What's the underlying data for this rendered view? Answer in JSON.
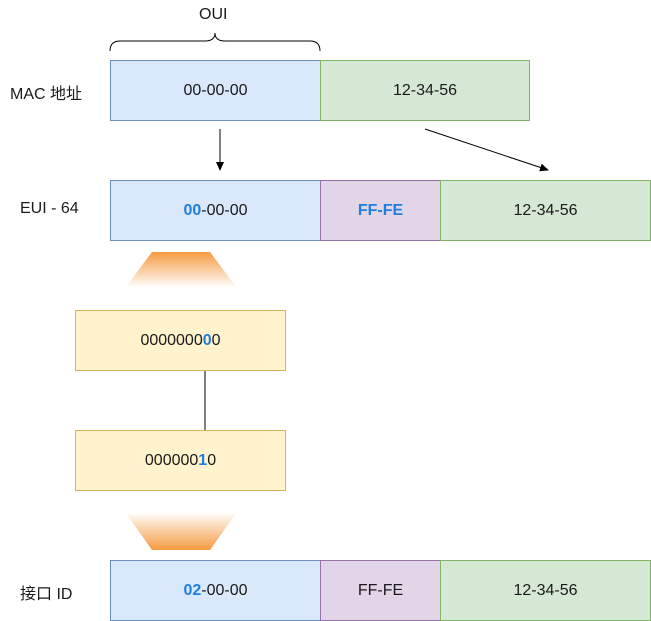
{
  "oui": {
    "label": "OUI"
  },
  "mac": {
    "label": "MAC 地址",
    "left": "00-00-00",
    "right": "12-34-56"
  },
  "eui": {
    "label": "EUI - 64",
    "left_hl": "00",
    "left_rest": "-00-00",
    "middle": "FF-FE",
    "right": "12-34-56"
  },
  "bits": {
    "before_prefix": "0000000",
    "before_hl": "0",
    "before_suffix": "0",
    "after_prefix": "000000",
    "after_hl": "1",
    "after_suffix": "0"
  },
  "iface": {
    "label": "接口 ID",
    "left_hl": "02",
    "left_rest": "-00-00",
    "middle": "FF-FE",
    "right": "12-34-56"
  },
  "colors": {
    "blue_fill": "#dae8fc",
    "green_fill": "#d5e8d4",
    "purple_fill": "#e1d5e7",
    "yellow_fill": "#fff2cc",
    "highlight": "#1e7fe0",
    "funnel": "#f59b42"
  }
}
